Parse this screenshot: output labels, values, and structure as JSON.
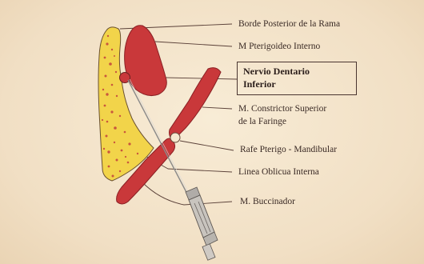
{
  "labels": {
    "borde_posterior": "Borde Posterior de la  Rama",
    "pterigoideo": "M Pterigoideo Interno",
    "nervio_line1": "Nervio Dentario",
    "nervio_line2": "Inferior",
    "constrictor_line1": "M. Constrictor Superior",
    "constrictor_line2": "de la Faringe",
    "rafe": "Rafe Pterigo - Mandibular",
    "linea": "Linea Oblicua Interna",
    "buccinador": "M. Buccinador"
  },
  "colors": {
    "bone": "#f2d44a",
    "bone_dots": "#c9573d",
    "muscle": "#c9383a",
    "muscle_dark": "#a8282c",
    "leader_lines": "#5a4038",
    "background": "#f3e4cb"
  }
}
